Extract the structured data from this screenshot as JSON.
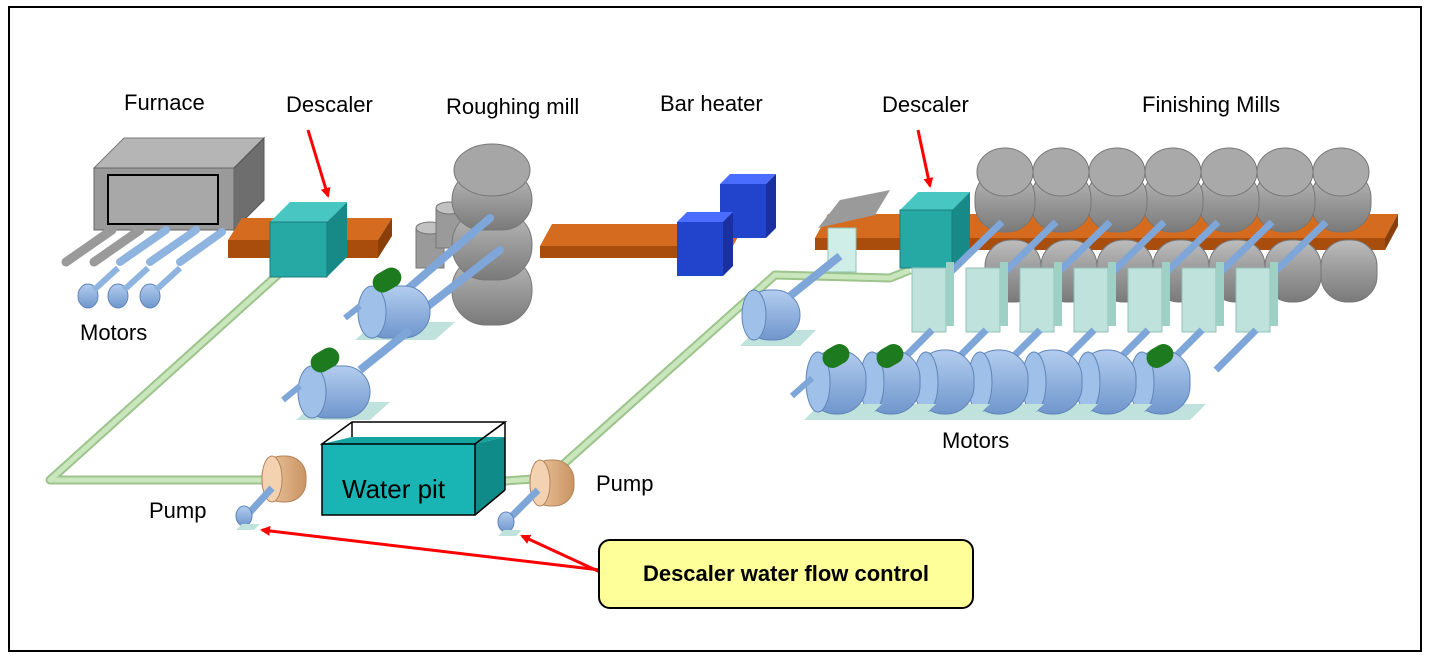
{
  "labels": {
    "furnace": "Furnace",
    "descaler_1": "Descaler",
    "roughing_mill": "Roughing mill",
    "bar_heater": "Bar heater",
    "descaler_2": "Descaler",
    "finishing_mills": "Finishing Mills",
    "motors_left": "Motors",
    "motors_right": "Motors",
    "water_pit": "Water pit",
    "pump_left": "Pump",
    "pump_right": "Pump",
    "callout": "Descaler water flow control"
  },
  "colors": {
    "roll_gray": "#9a9a9a",
    "roller_table": "#c55a11",
    "descaler_teal": "#2aa6a6",
    "heater_blue": "#2244cc",
    "motor_blue": "#8fb4e0",
    "shaft_blue": "#7fa6d8",
    "pipe_green": "#b6d9a8",
    "pump_tan": "#e0b48a",
    "stand_lightcyan": "#bfe3dc",
    "water_teal": "#19b5b5",
    "callout_fill": "#ffff99",
    "arrow_red": "#ff0000"
  }
}
